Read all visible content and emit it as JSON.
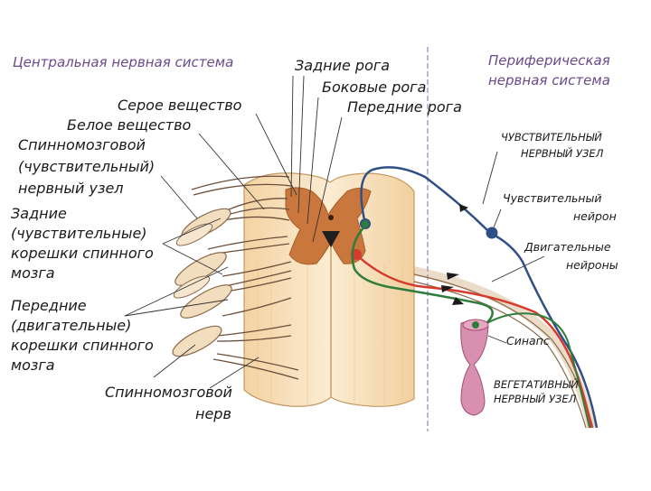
{
  "sections": {
    "cns": "Центральная нервная система",
    "pns_line1": "Периферическая",
    "pns_line2": "нервная система"
  },
  "labels": {
    "posterior_horns": "Задние рога",
    "lateral_horns": "Боковые рога",
    "anterior_horns": "Передние рога",
    "gray_matter": "Серое вещество",
    "white_matter": "Белое вещество",
    "ganglion_l1": "Спинномозговой",
    "ganglion_l2": "(чувствительный)",
    "ganglion_l3": "нервный узел",
    "dorsal_l1": "Задние",
    "dorsal_l2": "(чувствительные)",
    "dorsal_l3": "корешки спинного",
    "dorsal_l4": "мозга",
    "ventral_l1": "Передние",
    "ventral_l2": "(двигательные)",
    "ventral_l3": "корешки спинного",
    "ventral_l4": "мозга",
    "spinal_nerve_l1": "Спинномозговой",
    "spinal_nerve_l2": "нерв",
    "sensory_ganglion_l1": "ЧУВСТВИТЕЛЬНЫЙ",
    "sensory_ganglion_l2": "НЕРВНЫЙ УЗЕЛ",
    "sensory_neuron_l1": "Чувствительный",
    "sensory_neuron_l2": "нейрон",
    "motor_neurons_l1": "Двигательные",
    "motor_neurons_l2": "нейроны",
    "synapse": "Синапс",
    "autonomic_l1": "ВЕГЕТАТИВНЫЙ",
    "autonomic_l2": "НЕРВНЫЙ УЗЕЛ"
  },
  "colors": {
    "section_title": "#6a4a8c",
    "white_matter": "#f7e3c3",
    "gray_matter": "#c9773d",
    "sensory_neuron": "#2f4f86",
    "motor_neuron": "#d63a2c",
    "autonomic_neuron": "#2e7d3a",
    "autonomic_ganglion": "#d98fb0",
    "divider": "#b8b8d8"
  }
}
